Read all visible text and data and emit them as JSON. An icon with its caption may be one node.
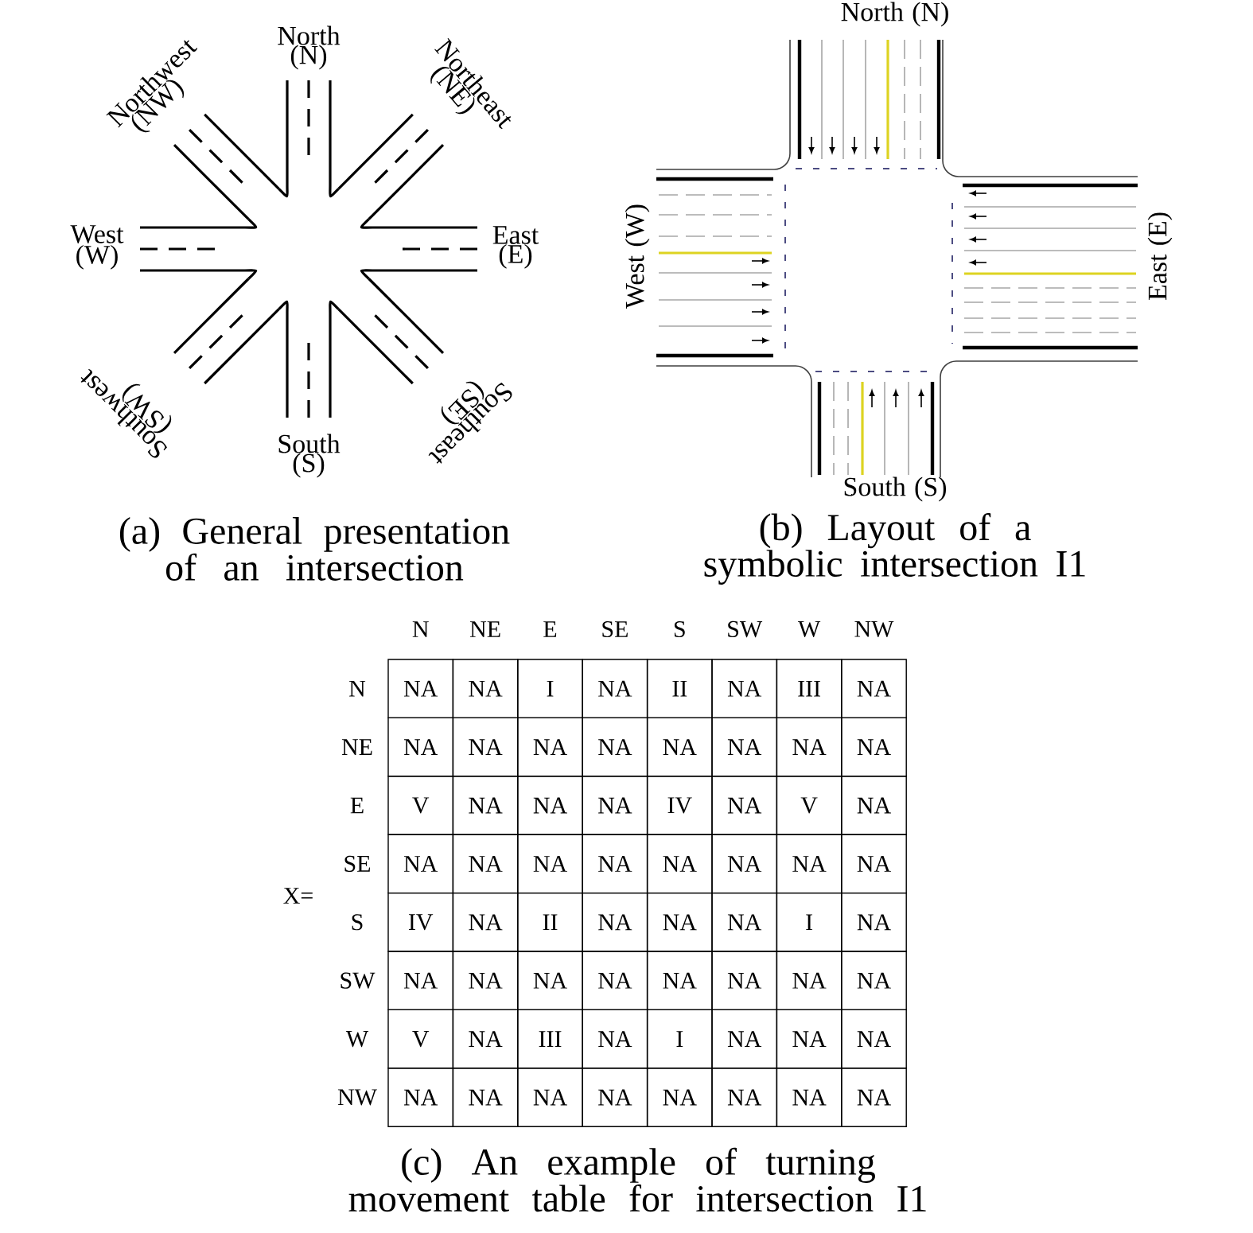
{
  "diagram": {
    "labels": [
      "Northwest (NW)",
      "North (N)",
      "Northeast (NE)",
      "West (W)",
      "East (E)",
      "Southwest (SW)",
      "South (S)",
      "Southeast (SE)",
      "North (N)",
      "West (W)",
      "East (E)",
      "South (S)",
      "(a) General presentation of an intersection",
      "(b) Layout of a symbolic intersection I1",
      "X=",
      "N",
      "NE",
      "E",
      "SE",
      "S",
      "SW",
      "W",
      "NW",
      "N",
      "NA",
      "NA",
      "I",
      "NA",
      "II",
      "NA",
      "III",
      "NA",
      "NE",
      "NA",
      "NA",
      "NA",
      "NA",
      "NA",
      "NA",
      "NA",
      "NA",
      "E",
      "V",
      "NA",
      "NA",
      "NA",
      "IV",
      "NA",
      "V",
      "NA",
      "SE",
      "NA",
      "NA",
      "NA",
      "NA",
      "NA",
      "NA",
      "NA",
      "NA",
      "S",
      "IV",
      "NA",
      "II",
      "NA",
      "NA",
      "NA",
      "I",
      "NA",
      "SW",
      "NA",
      "NA",
      "NA",
      "NA",
      "NA",
      "NA",
      "NA",
      "NA",
      "W",
      "V",
      "NA",
      "III",
      "NA",
      "I",
      "NA",
      "NA",
      "NA",
      "NW",
      "NA",
      "NA",
      "NA",
      "NA",
      "NA",
      "NA",
      "NA",
      "NA",
      "(c) An example of turning movement table for intersection I1"
    ]
  }
}
